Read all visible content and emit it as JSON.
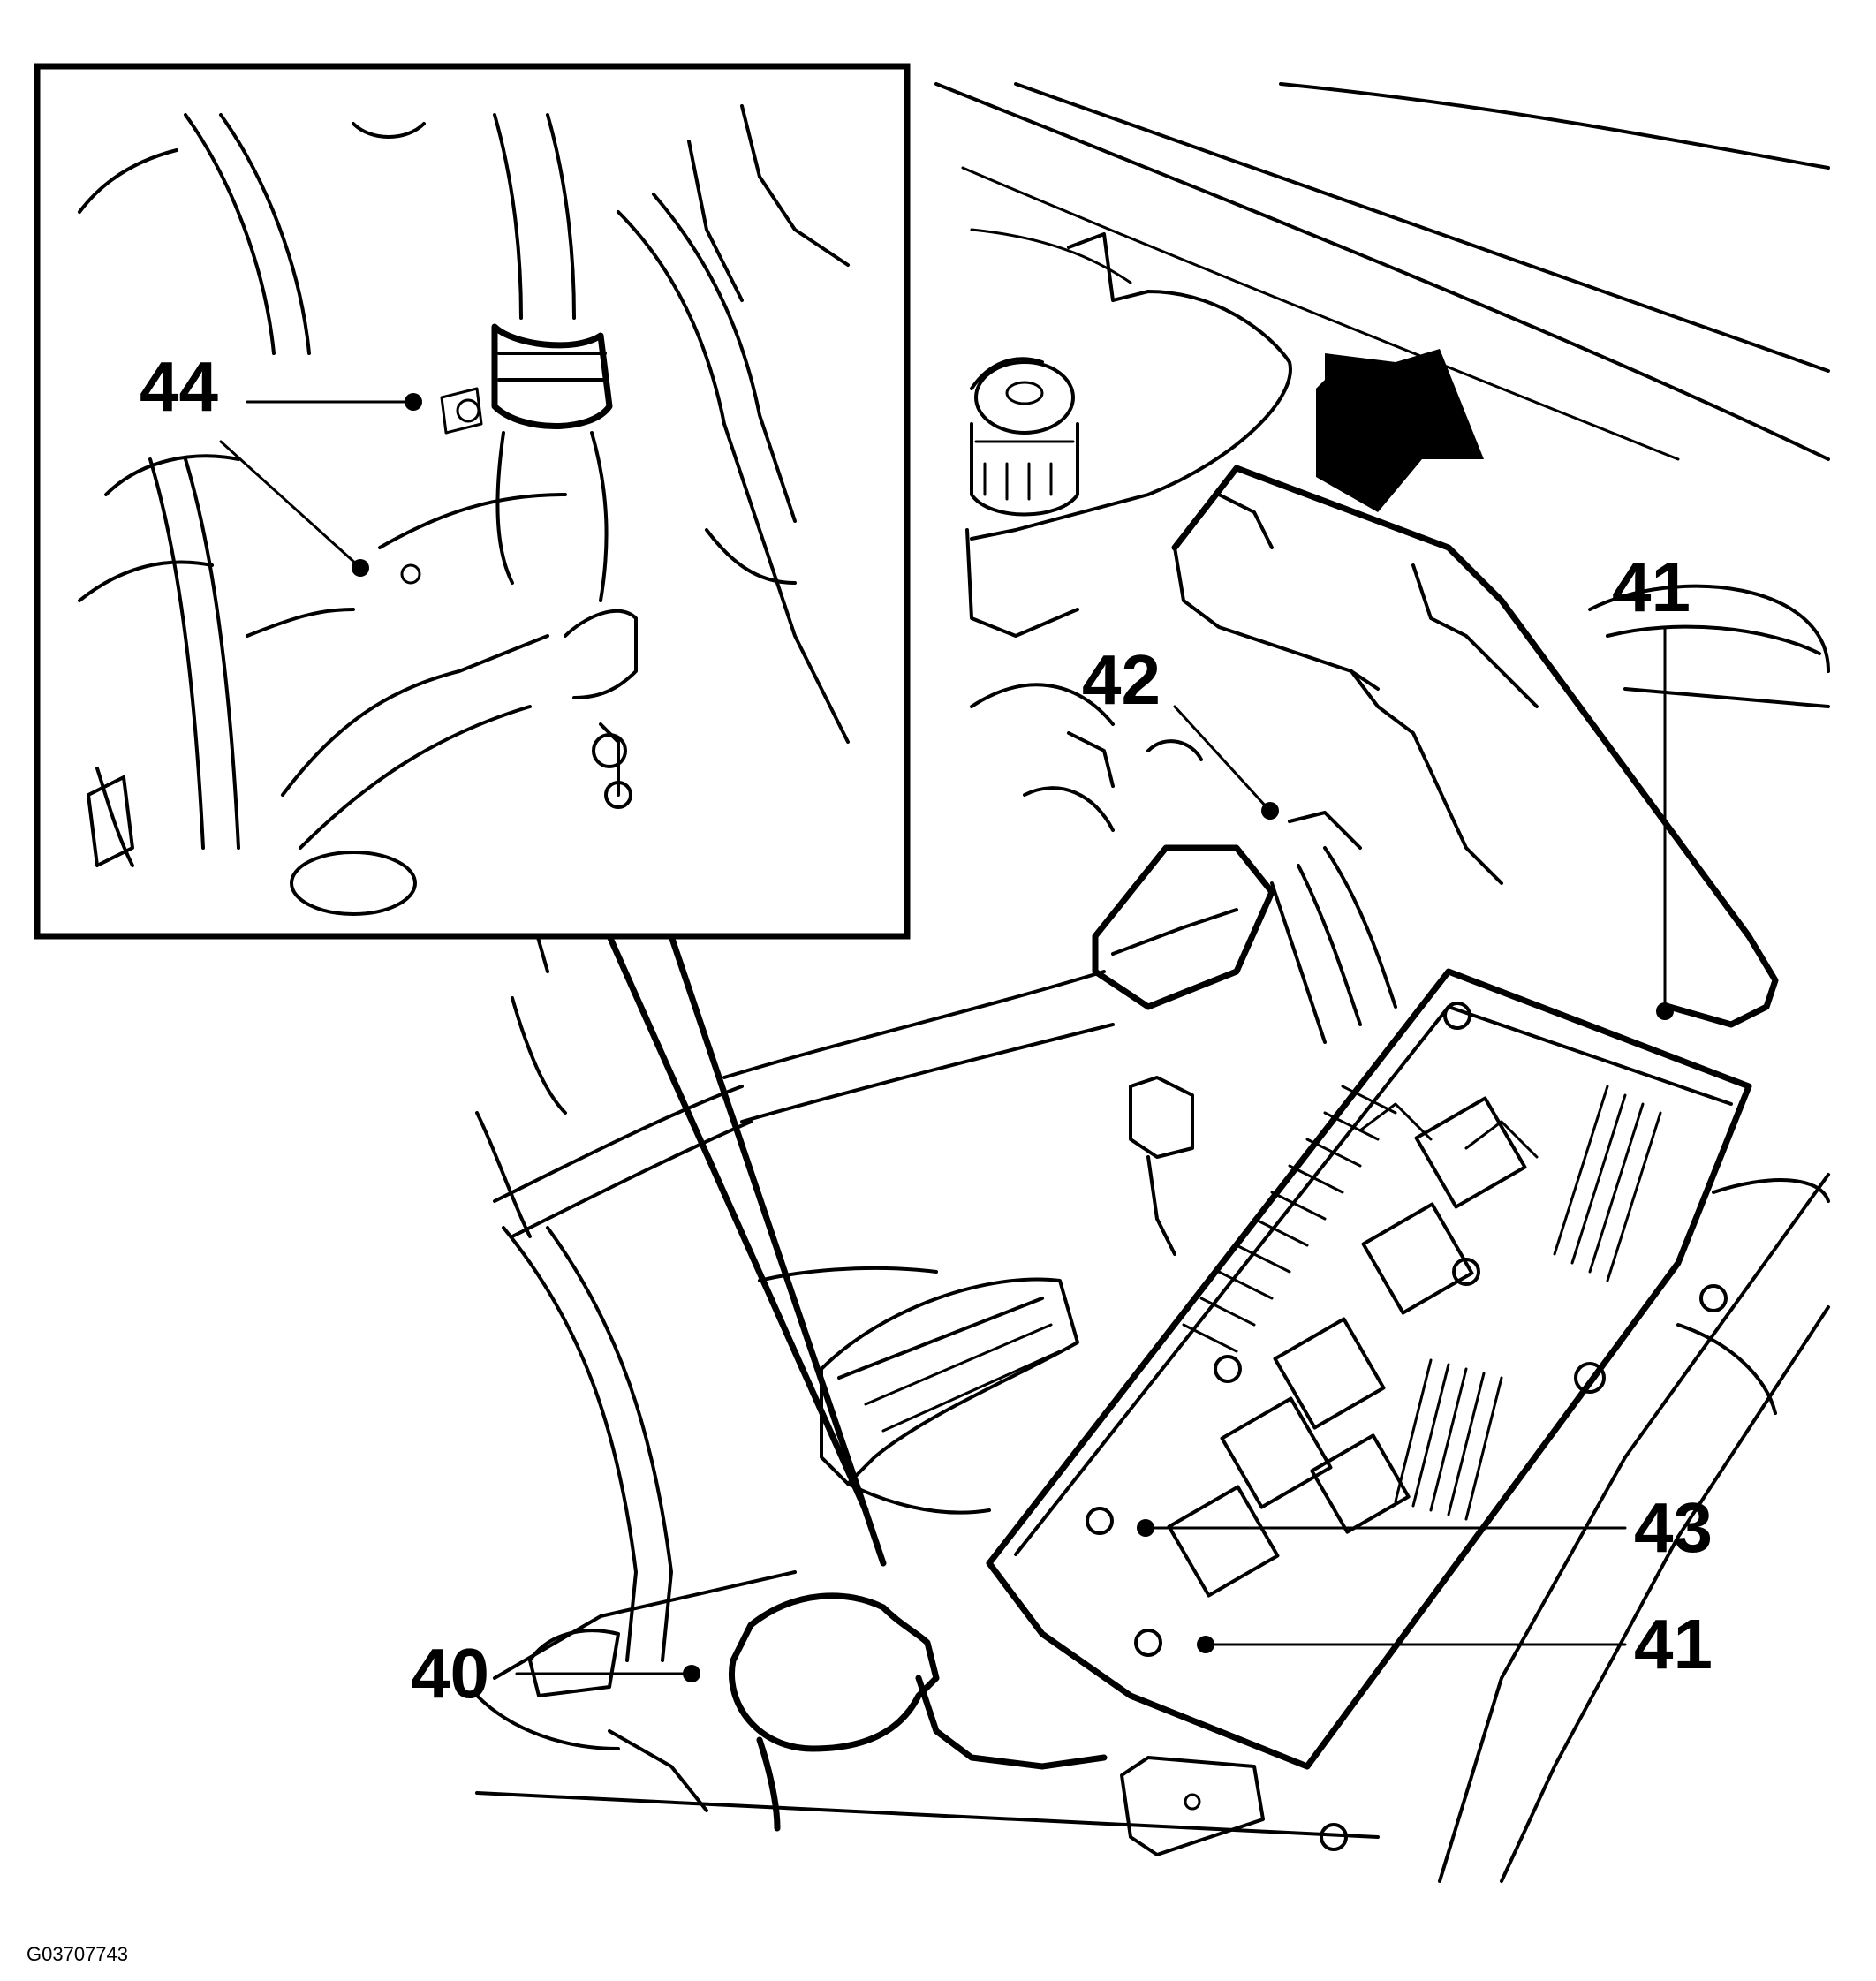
{
  "figure_id": "G03707743",
  "callouts": {
    "c44": "44",
    "c42": "42",
    "c41_top": "41",
    "c43": "43",
    "c41_bottom": "41",
    "c40": "40"
  }
}
